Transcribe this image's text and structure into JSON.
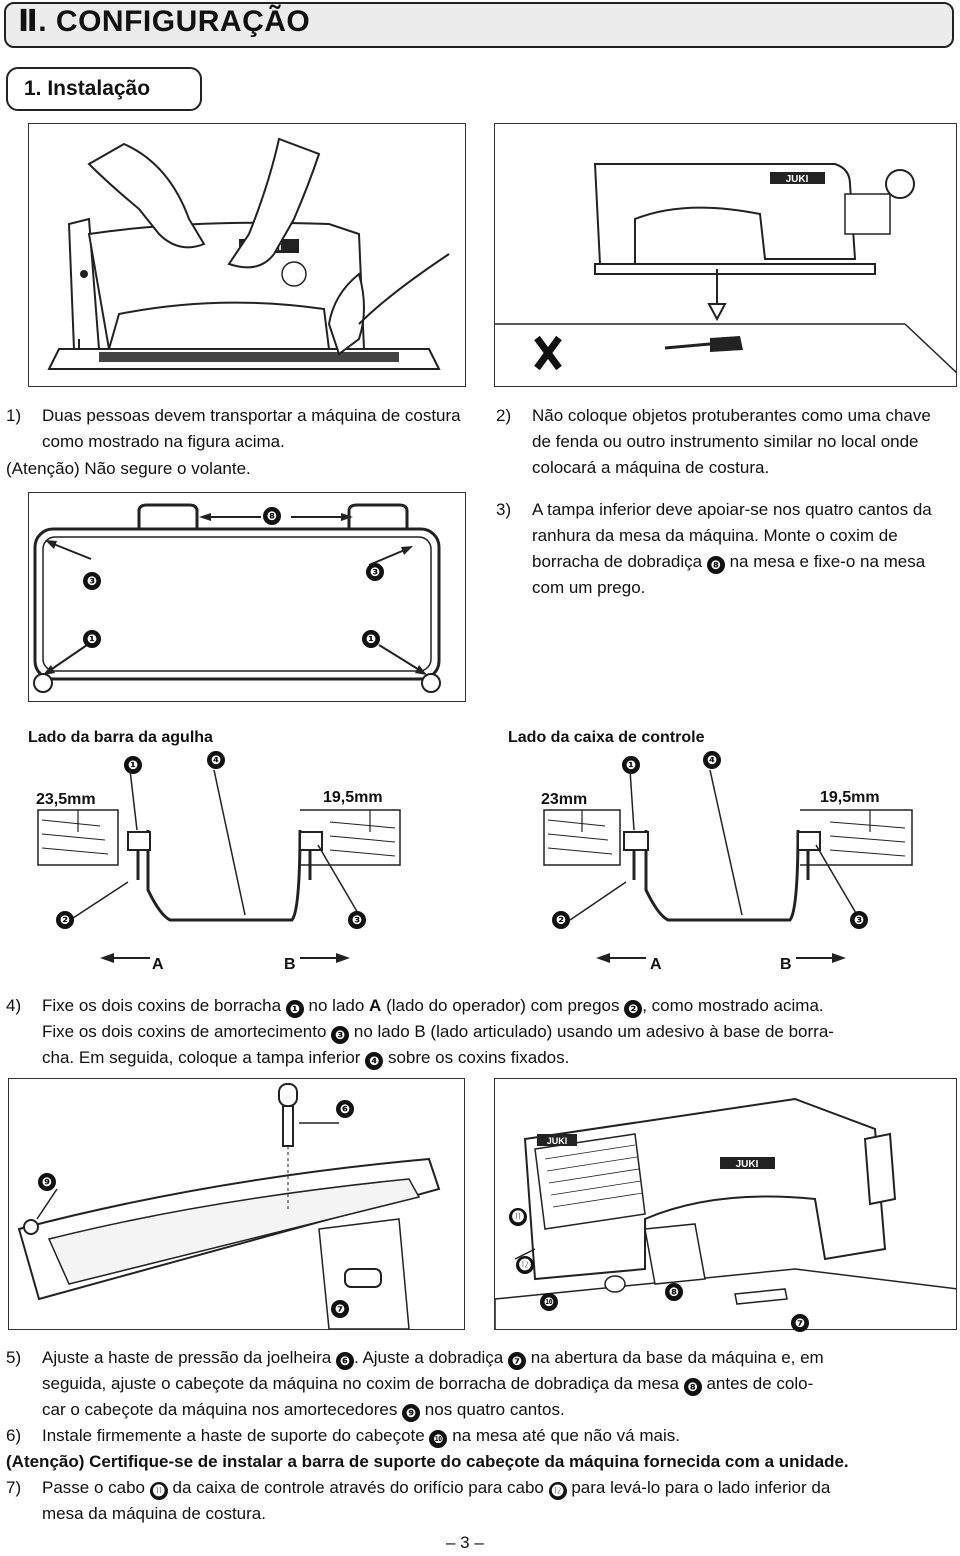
{
  "header": {
    "title": "Ⅱ. CONFIGURAÇÃO",
    "subtitle": "1. Instalação"
  },
  "brand": "JUKI",
  "steps": {
    "s1": "1)",
    "s1_text": "Duas pessoas devem transportar a máquina de costura como mostrado na figura acima.",
    "s1_note": "(Atenção) Não segure o volante.",
    "s2": "2)",
    "s2_text": "Não coloque objetos protuberantes como uma chave de fenda ou outro instrumento similar no local onde colocará a máquina de costura.",
    "s3": "3)",
    "s3_a": "A tampa inferior deve apoiar-se nos quatro cantos da ranhura da mesa da máquina. Monte o coxim de borracha de dobradiça",
    "s3_b": "na mesa e fixe-o na mesa com um prego.",
    "s4": "4)",
    "s4_a": "Fixe os dois coxins de borracha",
    "s4_b": "no lado",
    "s4_A": "A",
    "s4_c": "(lado do operador) com pregos",
    "s4_d": ", como mostrado acima.",
    "s4_e": "Fixe os dois coxins de amortecimento",
    "s4_f": "no lado B (lado articulado) usando um adesivo à base de borra-",
    "s4_g": "cha. Em seguida, coloque a tampa inferior",
    "s4_h": "sobre os coxins fixados.",
    "s5": "5)",
    "s5_a": "Ajuste a haste de pressão da joelheira",
    "s5_b": ". Ajuste a dobradiça",
    "s5_c": "na abertura da base da máquina e, em",
    "s5_d": "seguida, ajuste o cabeçote da máquina no coxim de borracha de dobradiça da mesa",
    "s5_e": "antes de colo-",
    "s5_f": "car o cabeçote da máquina nos amortecedores",
    "s5_g": "nos quatro cantos.",
    "s6": "6)",
    "s6_a": "Instale firmemente a haste de suporte do cabeçote",
    "s6_b": "na mesa até que não vá mais.",
    "s6_note": "(Atenção) Certifique-se de instalar a barra de suporte do cabeçote da máquina fornecida com a unidade.",
    "s7": "7)",
    "s7_a": "Passe o cabo",
    "s7_b": "da caixa de controle através do orifício para cabo",
    "s7_c": "para levá-lo para o lado inferior da",
    "s7_d": "mesa da máquina de costura."
  },
  "callouts": {
    "n1": "❶",
    "n2": "❷",
    "n3": "❸",
    "n4": "❹",
    "n6": "❻",
    "n7": "❼",
    "n8": "❽",
    "n9": "❾",
    "n10": "❿",
    "n11": "⓫",
    "n12": "⓬"
  },
  "section_diagram": {
    "left_title": "Lado da barra da agulha",
    "right_title": "Lado da caixa de controle",
    "dim_l1": "23,5mm",
    "dim_l2": "19,5mm",
    "dim_r1": "23mm",
    "dim_r2": "19,5mm",
    "side_a": "A",
    "side_b": "B"
  },
  "page_number": "– 3 –"
}
